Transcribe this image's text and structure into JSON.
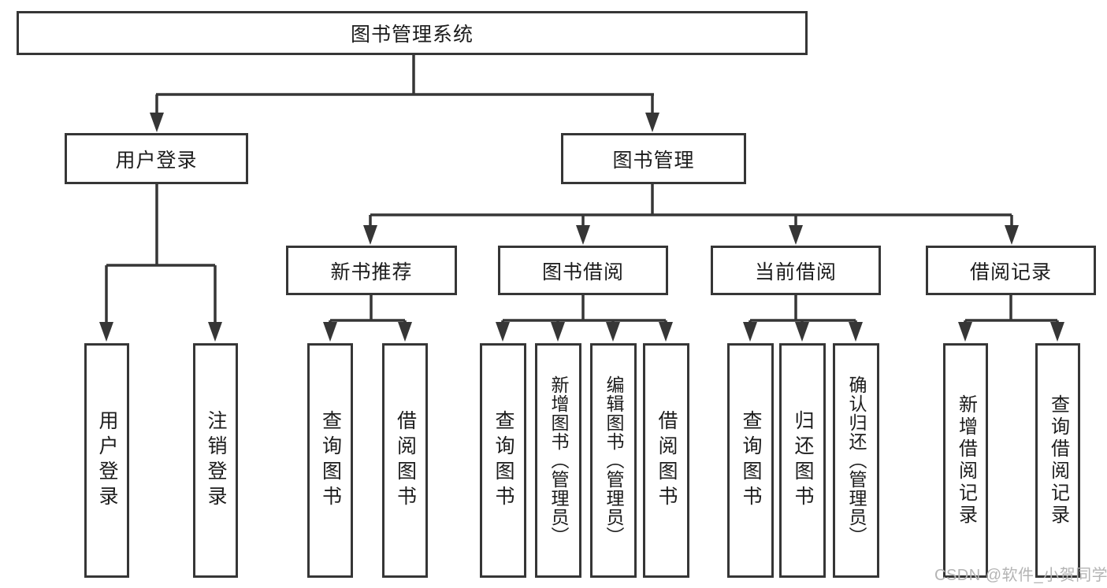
{
  "diagram_title": "图书管理系统",
  "tree": {
    "label": "图书管理系统",
    "children": [
      {
        "label": "用户登录",
        "children": [
          {
            "label": "用户登录"
          },
          {
            "label": "注销登录"
          }
        ]
      },
      {
        "label": "图书管理",
        "children": [
          {
            "label": "新书推荐",
            "children": [
              {
                "label": "查询图书"
              },
              {
                "label": "借阅图书"
              }
            ]
          },
          {
            "label": "图书借阅",
            "children": [
              {
                "label": "查询图书"
              },
              {
                "label": "新增图书（管理员）"
              },
              {
                "label": "编辑图书（管理员）"
              },
              {
                "label": "借阅图书"
              }
            ]
          },
          {
            "label": "当前借阅",
            "children": [
              {
                "label": "查询图书"
              },
              {
                "label": "归还图书"
              },
              {
                "label": "确认归还（管理员）"
              }
            ]
          },
          {
            "label": "借阅记录",
            "children": [
              {
                "label": "新增借阅记录"
              },
              {
                "label": "查询借阅记录"
              }
            ]
          }
        ]
      }
    ]
  },
  "watermark": "CSDN @软件_小贺同学",
  "colors": {
    "line": "#363636",
    "text": "#1c1c1c",
    "background": "#ffffff",
    "watermark": "#b4b4b4"
  }
}
